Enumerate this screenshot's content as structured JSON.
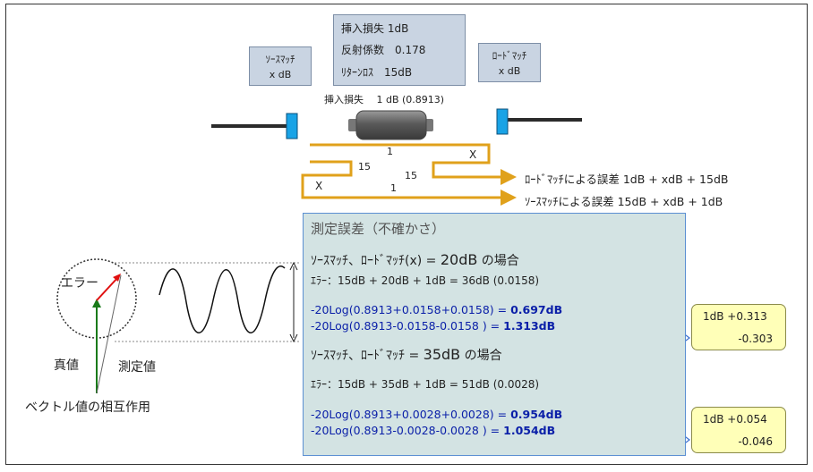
{
  "source_box": {
    "line1": "ｿｰｽﾏｯﾁ",
    "line2": "x dB"
  },
  "spec_box": {
    "line1": "挿入損失 1dB",
    "line2": "反射係数　0.178",
    "line3": "ﾘﾀｰﾝﾛｽ　15dB"
  },
  "load_box": {
    "line1": "ﾛｰﾄﾞﾏｯﾁ",
    "line2": "x dB"
  },
  "insertion_label": "挿入損失　 1 dB (0.8913)",
  "path_labels": {
    "one_top": "1",
    "x_right": "X",
    "fifteen_left": "15",
    "fifteen_right": "15",
    "x_left": "X",
    "one_bottom": "1"
  },
  "error_lines": {
    "load": "ﾛｰﾄﾞﾏｯﾁによる誤差 1dB + xdB + 15dB",
    "source": "ｿｰｽﾏｯﾁによる誤差 15dB + xdB + 1dB"
  },
  "vector": {
    "error": "エラー",
    "true_value": "真値",
    "measured": "測定値",
    "interaction": "ベクトル値の相互作用"
  },
  "panel": {
    "title": "測定誤差（不確かさ）",
    "case1": {
      "heading_prefix": "ｿｰｽﾏｯﾁ、ﾛｰﾄﾞﾏｯﾁ(x) = ",
      "heading_value": "20dB",
      "heading_suffix": " の場合",
      "error": "ｴﾗｰ：15dB + 20dB + 1dB = 36dB (0.0158)",
      "calc1_expr": "-20Log(0.8913+0.0158+0.0158) = ",
      "calc1_result": "0.697dB",
      "calc2_expr": "-20Log(0.8913-0.0158-0.0158 ) = ",
      "calc2_result": "1.313dB"
    },
    "case2": {
      "heading_prefix": "ｿｰｽﾏｯﾁ、ﾛｰﾄﾞﾏｯﾁ = ",
      "heading_value": "35dB",
      "heading_suffix": " の場合",
      "error": "ｴﾗｰ：15dB + 35dB + 1dB = 51dB (0.0028)",
      "calc1_expr": "-20Log(0.8913+0.0028+0.0028) = ",
      "calc1_result": "0.954dB",
      "calc2_expr": "-20Log(0.8913-0.0028-0.0028 ) = ",
      "calc2_result": "1.054dB"
    }
  },
  "result1": {
    "plus": "1dB +0.313",
    "minus": "-0.303"
  },
  "result2": {
    "plus": "1dB +0.054",
    "minus": "-0.046"
  }
}
